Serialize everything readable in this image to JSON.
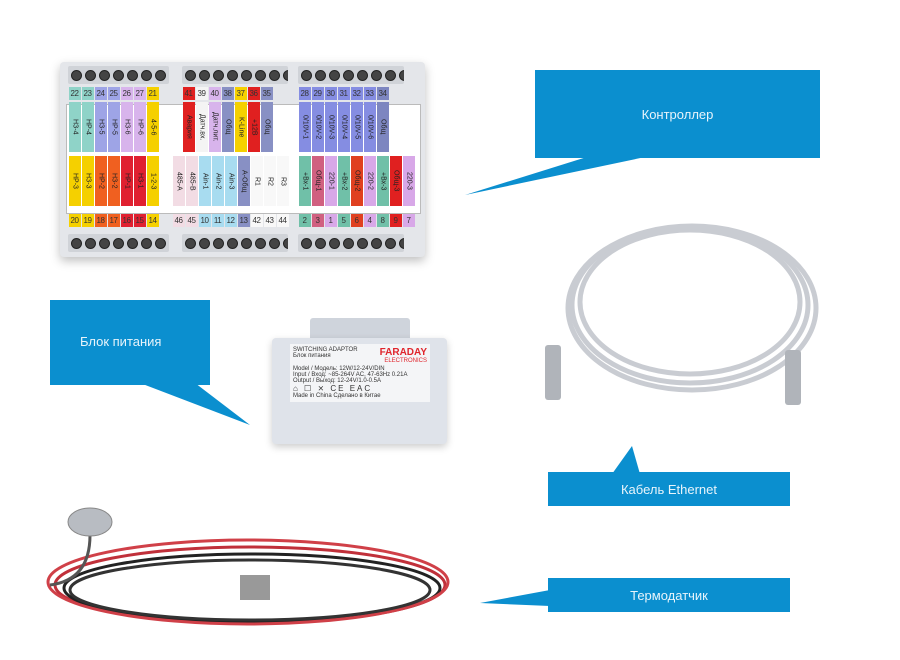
{
  "accent_color": "#0b8fcf",
  "callouts": {
    "controller": "Контроллер",
    "power_supply": "Блок питания",
    "ethernet_cable": "Кабель Ethernet",
    "thermo_sensor": "Термодатчик"
  },
  "controller": {
    "top_groups": [
      [
        {
          "num": "22",
          "label": "НЗ-4",
          "color": "#8fd3c8"
        },
        {
          "num": "23",
          "label": "НР-4",
          "color": "#8fd3c8"
        },
        {
          "num": "24",
          "label": "НЗ-5",
          "color": "#9ea4e6"
        },
        {
          "num": "25",
          "label": "НР-5",
          "color": "#9ea4e6"
        },
        {
          "num": "26",
          "label": "НЗ-6",
          "color": "#d8b4ec"
        },
        {
          "num": "27",
          "label": "НР-6",
          "color": "#d8b4ec"
        },
        {
          "num": "21",
          "label": "4-5-6",
          "color": "#f5d000"
        }
      ],
      [
        {
          "num": "41",
          "label": "Авария",
          "color": "#e02020"
        },
        {
          "num": "39",
          "label": "Датч.вх.",
          "color": "#f4f4f4"
        },
        {
          "num": "40",
          "label": "Датч.лит.",
          "color": "#d8b4ec"
        },
        {
          "num": "38",
          "label": "Общ",
          "color": "#8890c4"
        },
        {
          "num": "37",
          "label": "K-Line",
          "color": "#f5d000"
        },
        {
          "num": "36",
          "label": "+12В",
          "color": "#e02020"
        },
        {
          "num": "35",
          "label": "Общ",
          "color": "#8890c4"
        }
      ],
      [
        {
          "num": "28",
          "label": "0/10V-1",
          "color": "#858de2"
        },
        {
          "num": "29",
          "label": "0/10V-2",
          "color": "#858de2"
        },
        {
          "num": "30",
          "label": "0/10V-3",
          "color": "#858de2"
        },
        {
          "num": "31",
          "label": "0/10V-4",
          "color": "#858de2"
        },
        {
          "num": "32",
          "label": "0/10V-5",
          "color": "#858de2"
        },
        {
          "num": "33",
          "label": "0/10V-6",
          "color": "#858de2"
        },
        {
          "num": "34",
          "label": "Общ",
          "color": "#7d86c0"
        }
      ]
    ],
    "bottom_groups": [
      [
        {
          "num": "20",
          "label": "НР-3",
          "color": "#f5d000"
        },
        {
          "num": "19",
          "label": "НЗ-3",
          "color": "#f5d000"
        },
        {
          "num": "18",
          "label": "НР-2",
          "color": "#f06020"
        },
        {
          "num": "17",
          "label": "НЗ-2",
          "color": "#f06020"
        },
        {
          "num": "16",
          "label": "НР-1",
          "color": "#e02030"
        },
        {
          "num": "15",
          "label": "НЗ-1",
          "color": "#e02030"
        },
        {
          "num": "14",
          "label": "1-2-3",
          "color": "#f5d000"
        }
      ],
      [
        {
          "num": "46",
          "label": "485-A",
          "color": "#f2dce4"
        },
        {
          "num": "45",
          "label": "485-B",
          "color": "#f2dce4"
        },
        {
          "num": "10",
          "label": "Ain-1",
          "color": "#a8dcf0"
        },
        {
          "num": "11",
          "label": "Ain-2",
          "color": "#a8dcf0"
        },
        {
          "num": "12",
          "label": "Ain-3",
          "color": "#a8dcf0"
        },
        {
          "num": "13",
          "label": "A-Общ",
          "color": "#8890c4"
        },
        {
          "num": "42",
          "label": "R1",
          "color": "#f8f8f8"
        },
        {
          "num": "43",
          "label": "R2",
          "color": "#f8f8f8"
        },
        {
          "num": "44",
          "label": "R3",
          "color": "#f8f8f8"
        }
      ],
      [
        {
          "num": "2",
          "label": "+Вх-1",
          "color": "#70c0a8"
        },
        {
          "num": "3",
          "label": "Общ-1",
          "color": "#d06080"
        },
        {
          "num": "1",
          "label": "220-1",
          "color": "#d8a8e8"
        },
        {
          "num": "5",
          "label": "+Вх-2",
          "color": "#70c0a8"
        },
        {
          "num": "6",
          "label": "Общ-2",
          "color": "#e04020"
        },
        {
          "num": "4",
          "label": "220-2",
          "color": "#d8a8e8"
        },
        {
          "num": "8",
          "label": "+Вх-3",
          "color": "#70c0a8"
        },
        {
          "num": "9",
          "label": "Общ-3",
          "color": "#e02020"
        },
        {
          "num": "7",
          "label": "220-3",
          "color": "#d8a8e8"
        }
      ]
    ]
  },
  "power_supply": {
    "title": "SWITCHING ADAPTOR",
    "subtitle": "Блок питания",
    "brand": "FARADAY",
    "brand_sub": "ELECTRONICS",
    "model": "Model / Модель: 12W/12-24V/DIN",
    "input": "Input / Вход: ~85-264V AC, 47-63Hz 0.21A",
    "output": "Output / Выход: 12-24V/1.0-0.5A",
    "origin": "Made in China   Сделано в Китае"
  }
}
